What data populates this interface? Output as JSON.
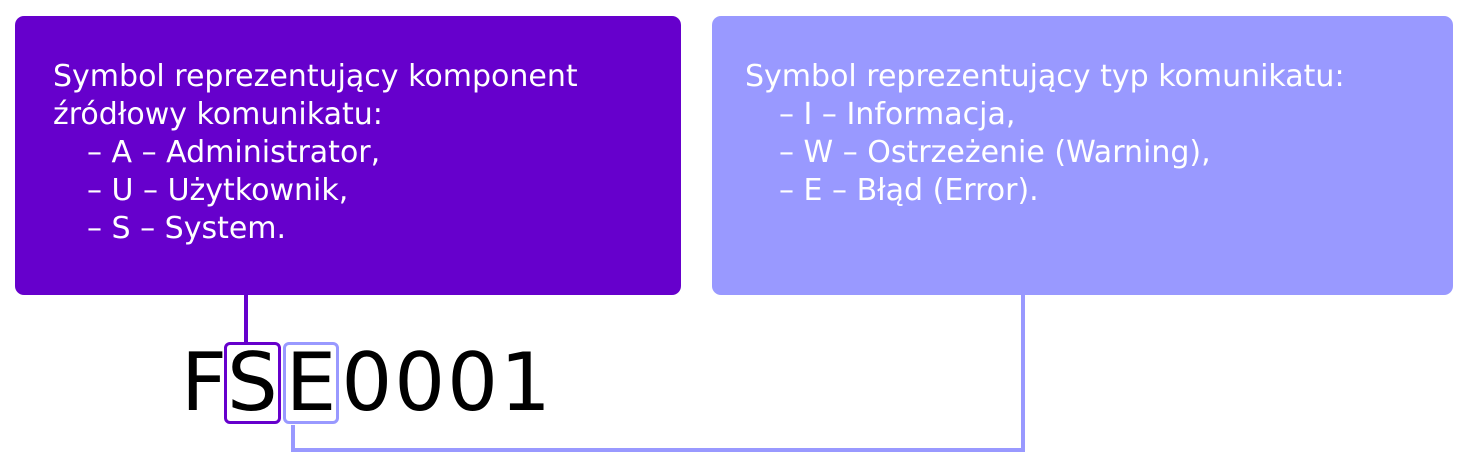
{
  "colors": {
    "source_box": "#6600cc",
    "type_box": "#9999ff",
    "box_text": "#ffffff",
    "code_text": "#000000"
  },
  "source_box": {
    "heading": "Symbol reprezentujący komponent\nźródłowy komunikatu:",
    "items": [
      "– A – Administrator,",
      "– U – Użytkownik,",
      "– S – System."
    ]
  },
  "type_box": {
    "heading": "Symbol reprezentujący typ komunikatu:",
    "items": [
      "– I – Informacja,",
      "– W – Ostrzeżenie (Warning),",
      "– E – Błąd (Error)."
    ]
  },
  "code": {
    "prefix": "F",
    "source_symbol": "S",
    "type_symbol": "E",
    "number": "0001"
  }
}
